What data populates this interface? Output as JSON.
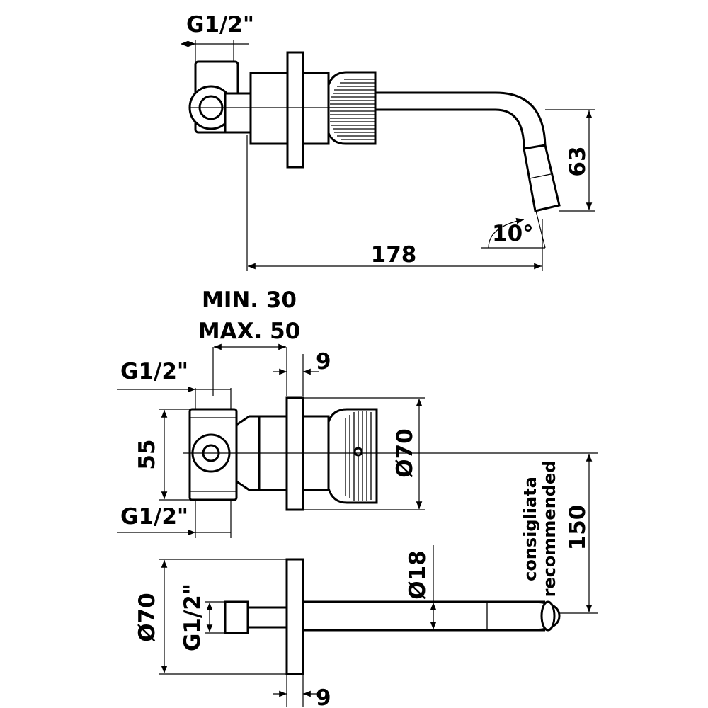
{
  "labels": {
    "side_top_thread": "G1/2\"",
    "side_height": "63",
    "side_angle": "10°",
    "side_length": "178",
    "wall_min": "MIN. 30",
    "wall_max": "MAX. 50",
    "flange_9_top": "9",
    "front_top_thread": "G1/2\"",
    "front_height": "55",
    "front_bottom_thread": "G1/2\"",
    "front_flange_dia": "Ø70",
    "recommended_it": "consigliata",
    "recommended_en": "recommended",
    "recommended_value": "150",
    "spout_dia": "Ø18",
    "spout_flange_dia": "Ø70",
    "spout_thread": "G1/2\"",
    "flange_9_bottom": "9"
  },
  "colors": {
    "ink": "#000000",
    "paper": "#ffffff"
  }
}
